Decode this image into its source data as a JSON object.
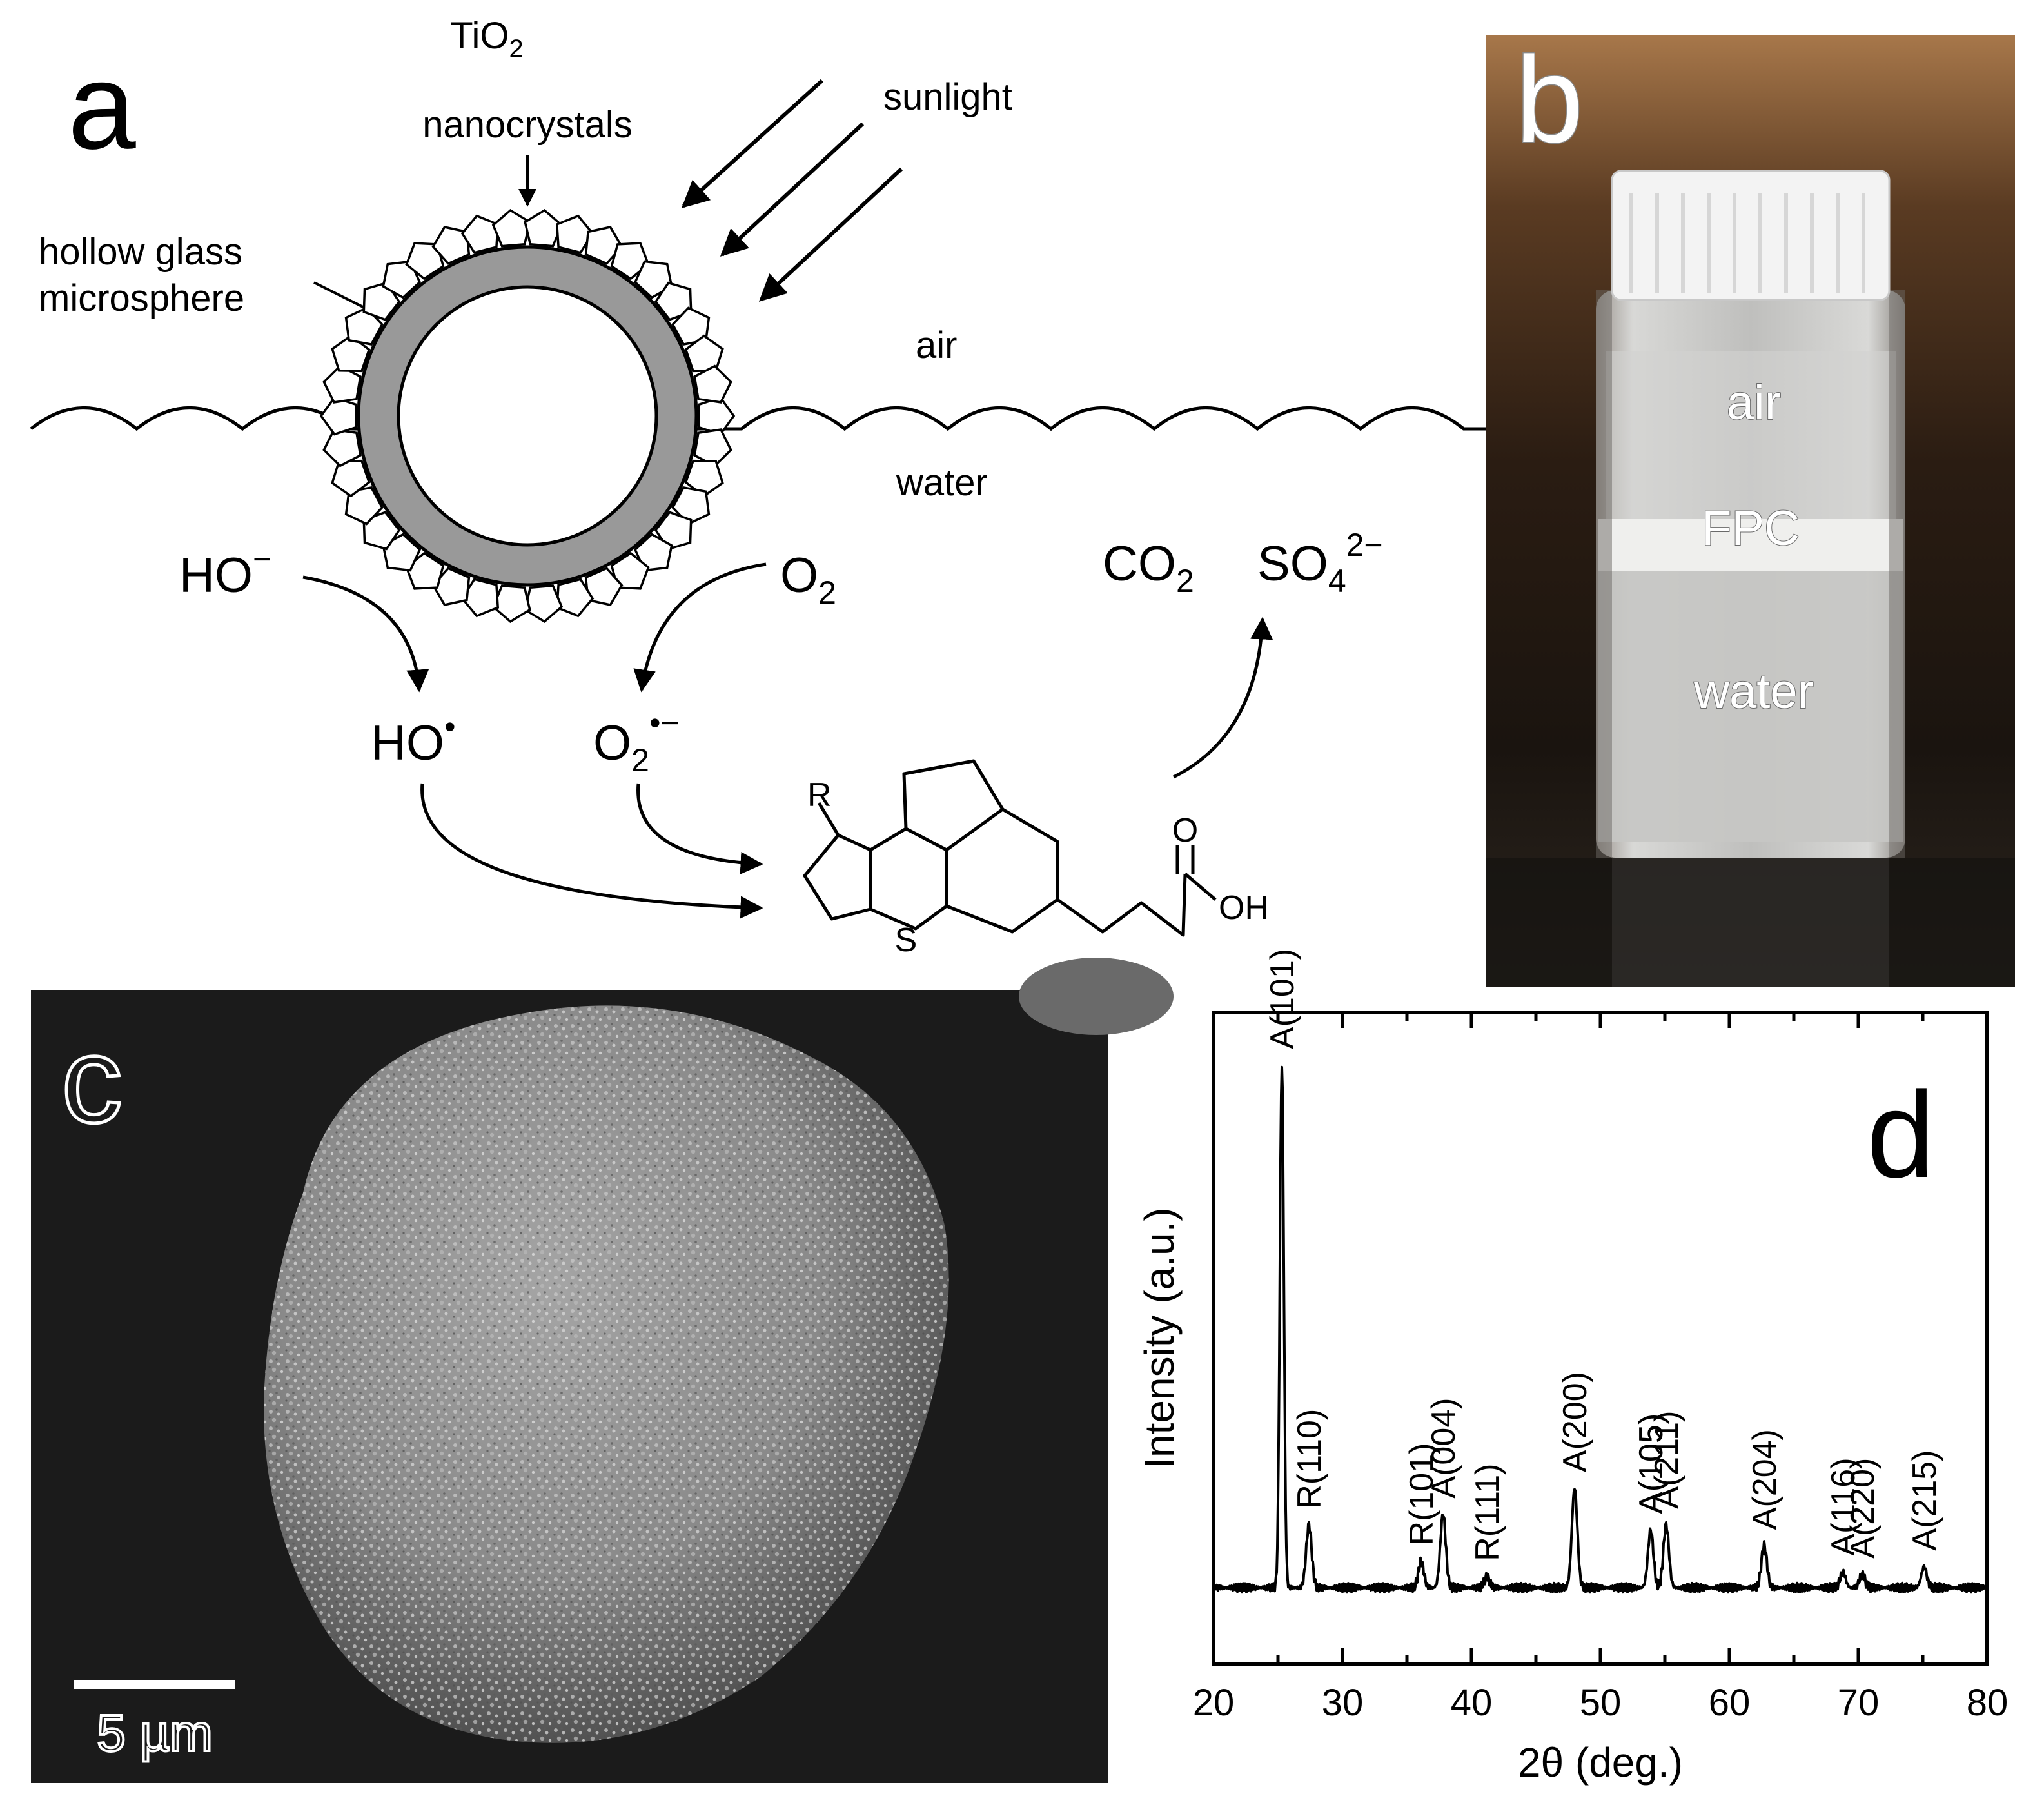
{
  "panels": {
    "a": {
      "letter": "a",
      "tio2_label": {
        "main": "TiO",
        "sub": "2",
        "line2": "nanocrystals"
      },
      "sunlight": "sunlight",
      "hollow_label": {
        "line1": "hollow glass",
        "line2": "microsphere"
      },
      "air": "air",
      "water": "water",
      "ho_minus": {
        "main": "HO",
        "sup": "−"
      },
      "o2": {
        "main": "O",
        "sub": "2"
      },
      "ho_radical": {
        "main": "HO",
        "sup": "•"
      },
      "o2_radical": {
        "main": "O",
        "sub": "2",
        "sup": "•−"
      },
      "co2": {
        "main": "CO",
        "sub": "2"
      },
      "so4": {
        "main": "SO",
        "sub": "4",
        "sup": "2−"
      },
      "molecule": {
        "r": "R",
        "s": "S",
        "o": "O",
        "oh": "OH"
      }
    },
    "b": {
      "letter": "b",
      "air": "air",
      "fpc": "FPC",
      "water": "water"
    },
    "c": {
      "letter": "c",
      "scale_bar": "5 µm"
    },
    "d": {
      "letter": "d"
    }
  },
  "chart_data": {
    "type": "line",
    "xlabel": "2θ (deg.)",
    "ylabel": "Intensity (a.u.)",
    "xlim": [
      20,
      80
    ],
    "xticks": [
      20,
      30,
      40,
      50,
      60,
      70,
      80
    ],
    "y_tick_labels": false,
    "peaks": [
      {
        "x": 25.3,
        "height": 1.0,
        "label": "A(101)"
      },
      {
        "x": 27.4,
        "height": 0.12,
        "label": "R(110)"
      },
      {
        "x": 36.1,
        "height": 0.05,
        "label": "R(101)"
      },
      {
        "x": 37.8,
        "height": 0.14,
        "label": "A(004)"
      },
      {
        "x": 41.2,
        "height": 0.02,
        "label": "R(111)"
      },
      {
        "x": 48.0,
        "height": 0.19,
        "label": "A(200)"
      },
      {
        "x": 53.9,
        "height": 0.11,
        "label": "A(105)"
      },
      {
        "x": 55.1,
        "height": 0.12,
        "label": "A(211)"
      },
      {
        "x": 62.7,
        "height": 0.08,
        "label": "A(204)"
      },
      {
        "x": 68.8,
        "height": 0.03,
        "label": "A(116)"
      },
      {
        "x": 70.3,
        "height": 0.025,
        "label": "A(220)"
      },
      {
        "x": 75.1,
        "height": 0.04,
        "label": "A(215)"
      }
    ]
  }
}
